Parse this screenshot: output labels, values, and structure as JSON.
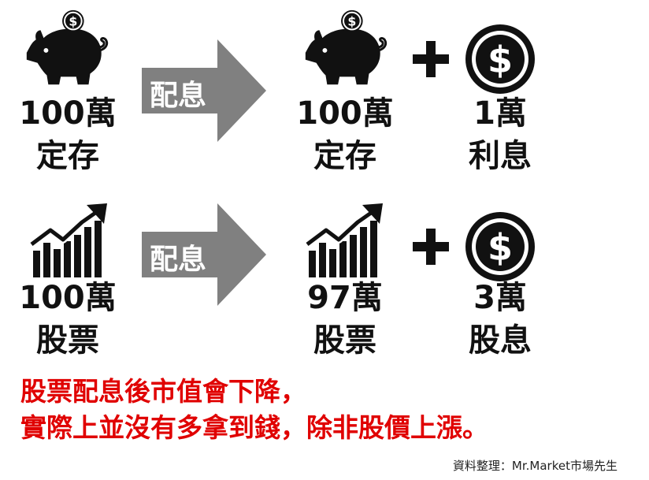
{
  "row1": {
    "left": {
      "amount": "100萬",
      "type": "定存"
    },
    "arrow_label": "配息",
    "right": {
      "amount": "100萬",
      "type": "定存"
    },
    "bonus": {
      "amount": "1萬",
      "type": "利息"
    }
  },
  "row2": {
    "left": {
      "amount": "100萬",
      "type": "股票"
    },
    "arrow_label": "配息",
    "right": {
      "amount": "97萬",
      "type": "股票"
    },
    "bonus": {
      "amount": "3萬",
      "type": "股息"
    }
  },
  "caption": {
    "line1": "股票配息後市值會下降，",
    "line2": "實際上並沒有多拿到錢，除非股價上漲。"
  },
  "source": "資料整理：Mr.Market市場先生",
  "icons": {
    "piggy": "piggy-bank-icon",
    "coin": "dollar-coin-icon",
    "chart": "growth-chart-icon",
    "arrow": "right-arrow-icon",
    "plus": "plus-icon"
  },
  "colors": {
    "caption": "#e00000",
    "arrow": "#808080",
    "icon": "#111111"
  }
}
